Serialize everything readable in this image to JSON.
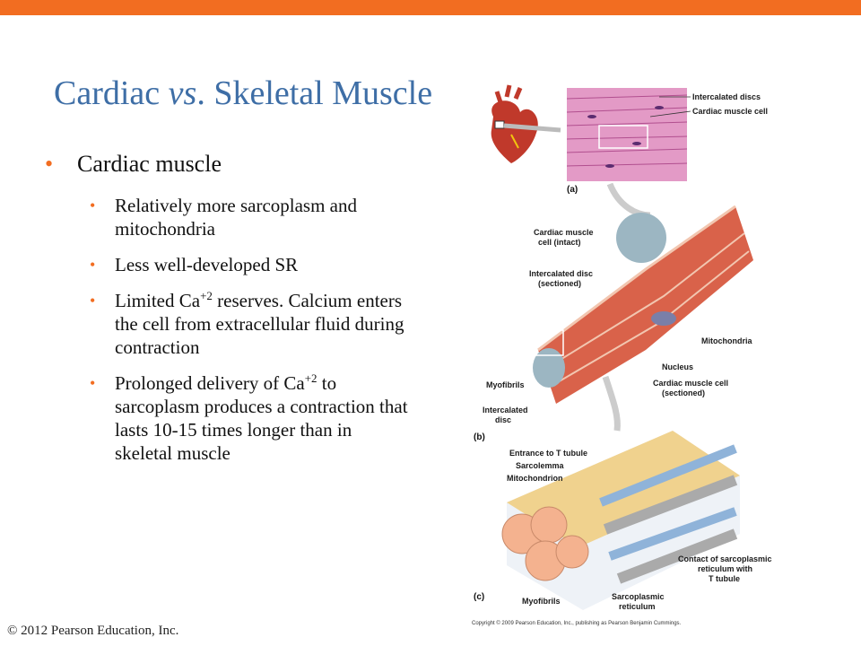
{
  "slide": {
    "title_pre": "Cardiac ",
    "title_em": "vs",
    "title_post": ". Skeletal Muscle",
    "bullet_main": "Cardiac muscle",
    "sub1": "Relatively more sarcoplasm and mitochondria",
    "sub2": "Less well-developed SR",
    "sub3_a": "Limited Ca",
    "sub3_sup": "+2",
    "sub3_b": " reserves. Calcium enters the cell from extracellular fluid during contraction",
    "sub4_a": "Prolonged delivery of Ca",
    "sub4_sup": "+2",
    "sub4_b": " to sarcoplasm produces a contraction that lasts 10-15 times longer than in skeletal muscle",
    "footer": "© 2012 Pearson Education, Inc."
  },
  "figure": {
    "label_a": "(a)",
    "label_b": "(b)",
    "label_c": "(c)",
    "intercalated_discs": "Intercalated discs",
    "cardiac_muscle_cell": "Cardiac muscle cell",
    "cardiac_cell_intact_1": "Cardiac muscle",
    "cardiac_cell_intact_2": "cell (intact)",
    "intercalated_disc_sect_1": "Intercalated disc",
    "intercalated_disc_sect_2": "(sectioned)",
    "mitochondria": "Mitochondria",
    "nucleus": "Nucleus",
    "cardiac_cell_sect_1": "Cardiac muscle cell",
    "cardiac_cell_sect_2": "(sectioned)",
    "myofibrils_b": "Myofibrils",
    "intercalated_disc_b_1": "Intercalated",
    "intercalated_disc_b_2": "disc",
    "entrance_t_tubule": "Entrance to T tubule",
    "sarcolemma": "Sarcolemma",
    "mitochondrion": "Mitochondrion",
    "contact_sr_1": "Contact of sarcoplasmic",
    "contact_sr_2": "reticulum with",
    "contact_sr_3": "T tubule",
    "myofibrils_c": "Myofibrils",
    "sarcoplasmic_ret_1": "Sarcoplasmic",
    "sarcoplasmic_ret_2": "reticulum",
    "copyright": "Copyright © 2009 Pearson Education, Inc., publishing as Pearson Benjamin Cummings."
  },
  "colors": {
    "accent": "#f26d21",
    "title": "#3e6ea6",
    "tissue": "#e8a0c8",
    "muscle": "#d9624a"
  }
}
